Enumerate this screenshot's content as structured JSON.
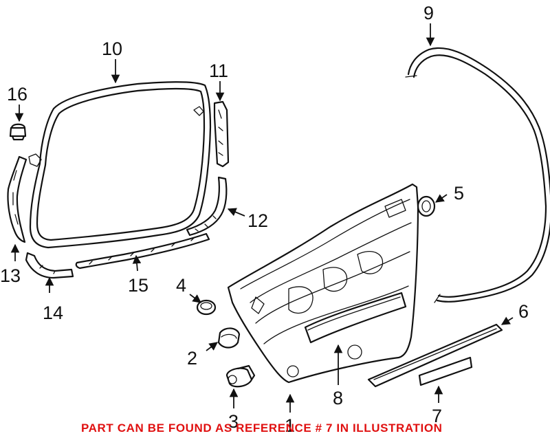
{
  "diagram": {
    "callouts": [
      "1",
      "2",
      "3",
      "4",
      "5",
      "6",
      "7",
      "8",
      "9",
      "10",
      "11",
      "12",
      "13",
      "14",
      "15",
      "16"
    ],
    "footer_note": "PART CAN BE FOUND AS REFERENCE # 7 IN ILLUSTRATION",
    "highlight_color": "#e01010",
    "line_color": "#111111"
  }
}
